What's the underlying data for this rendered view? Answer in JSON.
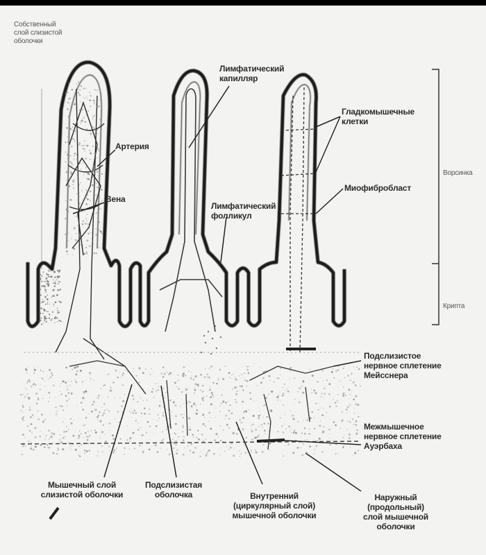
{
  "labels": {
    "lamina_propria": "Собственный\nслой слизистой\nоболочки",
    "artery": "Артерия",
    "vein": "Вена",
    "lymph_capillary": "Лимфатический\nкапилляр",
    "lymph_follicle": "Лимфатический\nфолликул",
    "smooth_muscle": "Гладкомышечные\nклетки",
    "myofibroblast": "Миофибробласт",
    "villus": "Ворсинка",
    "crypt": "Крипта",
    "meissner": "Подслизистое\nнервное сплетение\nМейсснера",
    "auerbach": "Межмышечное\nнервное сплетение\nАуэрбаха",
    "muscularis_mucosae": "Мышечный слой\nслизистой оболочки",
    "submucosa": "Подслизистая\nоболочка",
    "inner_muscle": "Внутренний\n(циркулярный слой)\nмышечной оболочки",
    "outer_muscle": "Наружный\n(продольный)\nслой мышечной\nоболочки"
  },
  "colors": {
    "paper": "#f3f3f1",
    "ink": "#2a2a2a",
    "stipple": "#7a7a7a"
  }
}
